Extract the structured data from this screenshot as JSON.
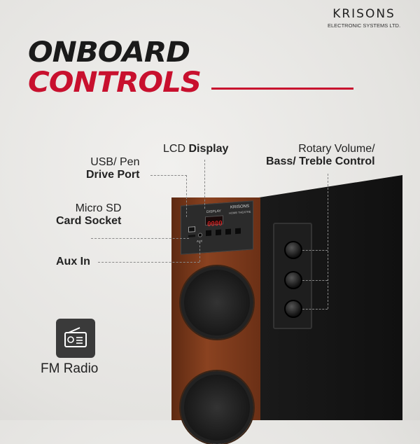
{
  "logo": {
    "brand": "KRISONS",
    "tagline": "ELECTRONIC SYSTEMS LTD."
  },
  "title": {
    "line1": "ONBOARD",
    "line2": "CONTROLS"
  },
  "labels": {
    "lcd": {
      "normal": "LCD",
      "bold": "Display"
    },
    "usb": {
      "line1": "USB/ Pen",
      "line2": "Drive Port"
    },
    "sd": {
      "line1": "Micro SD",
      "line2": "Card Socket"
    },
    "aux": "Aux In",
    "rotary": {
      "line1": "Rotary Volume/",
      "line2": "Bass/ Treble Control"
    }
  },
  "feature": {
    "icon": "radio-icon",
    "label": "FM Radio"
  },
  "panel": {
    "display_label": "DISPLAY",
    "display_value": "0000",
    "brand": "KRISONS",
    "model": "HOME THEATRE",
    "aux": "AUX"
  },
  "colors": {
    "accent": "#c8102e",
    "wood": "#7a3a1c",
    "cabinet": "#141414"
  }
}
